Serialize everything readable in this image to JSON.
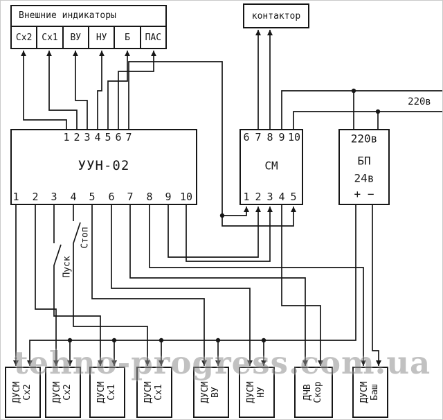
{
  "indicators": {
    "title": "Внешние индикаторы",
    "cells": [
      "Сх2",
      "Сх1",
      "ВУ",
      "НУ",
      "Б",
      "ПАС"
    ]
  },
  "contactor_label": "контактор",
  "uun": {
    "label": "УУН-02",
    "top_terminals": [
      "1",
      "2",
      "3",
      "4",
      "5",
      "6",
      "7"
    ],
    "bottom_terminals": [
      "1",
      "2",
      "3",
      "4",
      "5",
      "6",
      "7",
      "8",
      "9",
      "10"
    ]
  },
  "sm": {
    "label": "СМ",
    "top_terminals": [
      "6",
      "7",
      "8",
      "9",
      "10"
    ],
    "bottom_terminals": [
      "1",
      "2",
      "3",
      "4",
      "5"
    ]
  },
  "bp": {
    "input_label": "220в",
    "name": "БП",
    "output_label": "24в",
    "polarity": "+ −"
  },
  "mains_label": "220в",
  "switches": {
    "start": "Пуск",
    "stop": "Стоп"
  },
  "sensors": [
    {
      "type": "ДУСМ",
      "channel": "Сх2"
    },
    {
      "type": "ДУСМ",
      "channel": "Сх2"
    },
    {
      "type": "ДУСМ",
      "channel": "Сх1"
    },
    {
      "type": "ДУСМ",
      "channel": "Сх1"
    },
    {
      "type": "ДУСМ",
      "channel": "ВУ"
    },
    {
      "type": "ДУСМ",
      "channel": "НУ"
    },
    {
      "type": "ДЧВ",
      "channel": "Скор"
    },
    {
      "type": "ДУСМ",
      "channel": "Баш"
    }
  ],
  "watermark": "tehno-progress.com.ua",
  "colors": {
    "line": "#161616",
    "background": "#ffffff",
    "watermark": "#8f8f8f"
  }
}
